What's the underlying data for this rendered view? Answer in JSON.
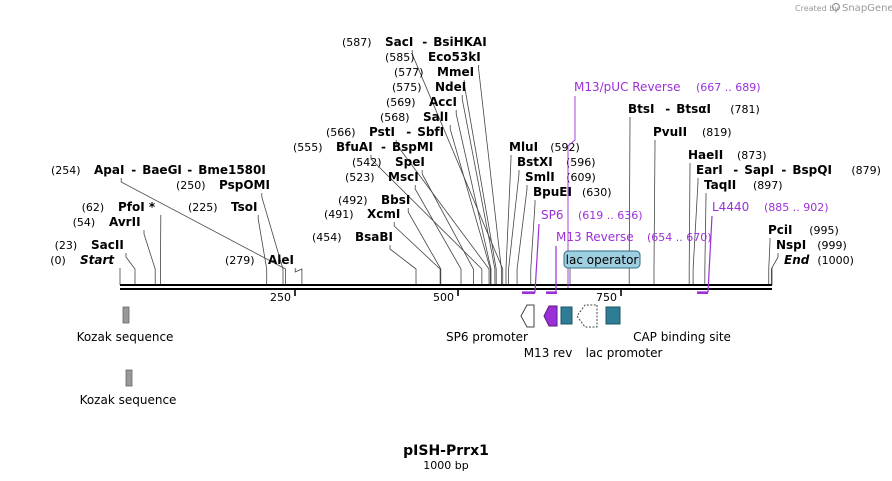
{
  "credit": {
    "prefix": "Created by",
    "brand": "SnapGene"
  },
  "map": {
    "name": "pISH-Prrx1",
    "length_label": "1000 bp",
    "length": 1000,
    "ticks": [
      250,
      500,
      750
    ]
  },
  "sites": [
    {
      "pos": 0,
      "label": "(0)",
      "name": "Start",
      "italic": true
    },
    {
      "pos": 23,
      "label": "(23)",
      "name": "SacII"
    },
    {
      "pos": 54,
      "label": "(54)",
      "name": "AvrII"
    },
    {
      "pos": 62,
      "label": "(62)",
      "name": "PfoI *"
    },
    {
      "pos": 254,
      "label": "(254)",
      "name": "ApaI",
      "dash": [
        "BaeGI",
        "Bme1580I"
      ]
    },
    {
      "pos": 250,
      "label": "(250)",
      "name": "PspOMI"
    },
    {
      "pos": 225,
      "label": "(225)",
      "name": "TsoI"
    },
    {
      "pos": 279,
      "label": "(279)",
      "name": "AleI",
      "before": true
    },
    {
      "pos": 454,
      "label": "(454)",
      "name": "BsaBI"
    },
    {
      "pos": 491,
      "label": "(491)",
      "name": "XcmI"
    },
    {
      "pos": 492,
      "label": "(492)",
      "name": "BbsI"
    },
    {
      "pos": 523,
      "label": "(523)",
      "name": "MscI"
    },
    {
      "pos": 542,
      "label": "(542)",
      "name": "SpeI"
    },
    {
      "pos": 555,
      "label": "(555)",
      "name": "BfuAI",
      "dash": [
        "BspMI"
      ]
    },
    {
      "pos": 566,
      "label": "(566)",
      "name": "PstI",
      "dash": [
        "SbfI"
      ]
    },
    {
      "pos": 568,
      "label": "(568)",
      "name": "SalI"
    },
    {
      "pos": 569,
      "label": "(569)",
      "name": "AccI"
    },
    {
      "pos": 575,
      "label": "(575)",
      "name": "NdeI"
    },
    {
      "pos": 577,
      "label": "(577)",
      "name": "MmeI"
    },
    {
      "pos": 585,
      "label": "(585)",
      "name": "Eco53kI"
    },
    {
      "pos": 587,
      "label": "(587)",
      "name": "SacI",
      "dash": [
        "BsiHKAI"
      ]
    },
    {
      "pos": 592,
      "label": "(592)",
      "name": "MluI",
      "right": true
    },
    {
      "pos": 596,
      "label": "(596)",
      "name": "BstXI",
      "right": true
    },
    {
      "pos": 609,
      "label": "(609)",
      "name": "SmlI",
      "right": true
    },
    {
      "pos": 630,
      "label": "(630)",
      "name": "BpuEI",
      "right": true
    },
    {
      "pos": 781,
      "label": "(781)",
      "name": "BtsI",
      "dash": [
        "BtsαI"
      ],
      "right": true
    },
    {
      "pos": 819,
      "label": "(819)",
      "name": "PvuII",
      "right": true
    },
    {
      "pos": 873,
      "label": "(873)",
      "name": "HaeII",
      "right": true
    },
    {
      "pos": 879,
      "label": "(879)",
      "name": "EarI",
      "dash": [
        "SapI",
        "BspQI"
      ],
      "right": true
    },
    {
      "pos": 897,
      "label": "(897)",
      "name": "TaqII",
      "right": true
    },
    {
      "pos": 995,
      "label": "(995)",
      "name": "PciI",
      "right": true
    },
    {
      "pos": 999,
      "label": "(999)",
      "name": "NspI",
      "right": true
    },
    {
      "pos": 1000,
      "label": "(1000)",
      "name": "End",
      "italic": true,
      "right": true
    }
  ],
  "primers": [
    {
      "name": "M13/pUC Reverse",
      "range": "(667 .. 689)"
    },
    {
      "name": "SP6",
      "range": "(619 .. 636)"
    },
    {
      "name": "M13 Reverse",
      "range": "(654 .. 670)"
    },
    {
      "name": "L4440",
      "range": "(885 .. 902)"
    }
  ],
  "features": {
    "lac_operator": "lac operator",
    "kozak_1": "Kozak sequence",
    "kozak_2": "Kozak sequence",
    "sp6_promoter": "SP6 promoter",
    "m13_rev": "M13 rev",
    "lac_promoter": "lac promoter",
    "cap_site": "CAP binding site"
  },
  "colors": {
    "primer": "#9b30d9",
    "feature_teal": "#2e7d94",
    "lac_operator_fill": "#9ecfe0",
    "kozak": "#999999"
  }
}
